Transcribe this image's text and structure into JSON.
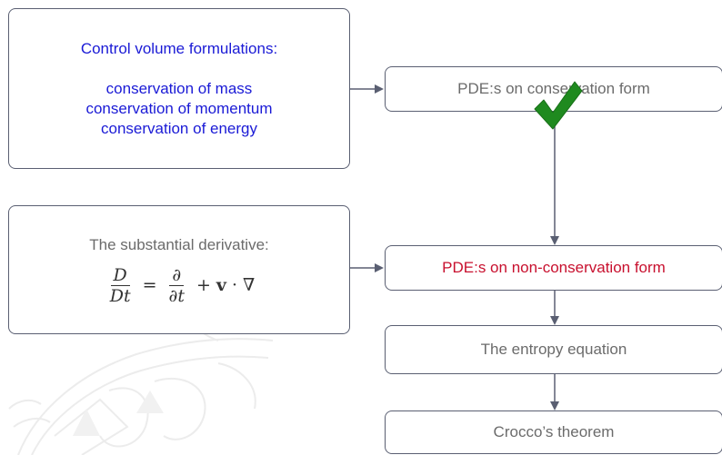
{
  "control_box": {
    "title": "Control volume formulations:",
    "lines": [
      "conservation of mass",
      "conservation of momentum",
      "conservation of energy"
    ]
  },
  "substantial_box": {
    "title": "The substantial derivative:",
    "math": {
      "lhs_num": "D",
      "lhs_den": "Dt",
      "eq": "=",
      "rhs_num": "∂",
      "rhs_den": "∂t",
      "plus": "+",
      "vec": "v",
      "dot": "·",
      "nabla": "∇"
    }
  },
  "conservation_box": {
    "label": "PDE:s on conservation form"
  },
  "nonconservation_box": {
    "label": "PDE:s on non-conservation form"
  },
  "entropy_box": {
    "label": "The entropy equation"
  },
  "crocco_box": {
    "label": "Crocco’s theorem"
  },
  "colors": {
    "blue_text": "#1a1ad6",
    "red_text": "#c8102e",
    "gray_text": "#6b6b6b",
    "border": "#5a5f72",
    "check_green": "#1f8a1f"
  },
  "icons": {
    "check": "checkmark-icon",
    "watermark": "university-seal-watermark"
  }
}
